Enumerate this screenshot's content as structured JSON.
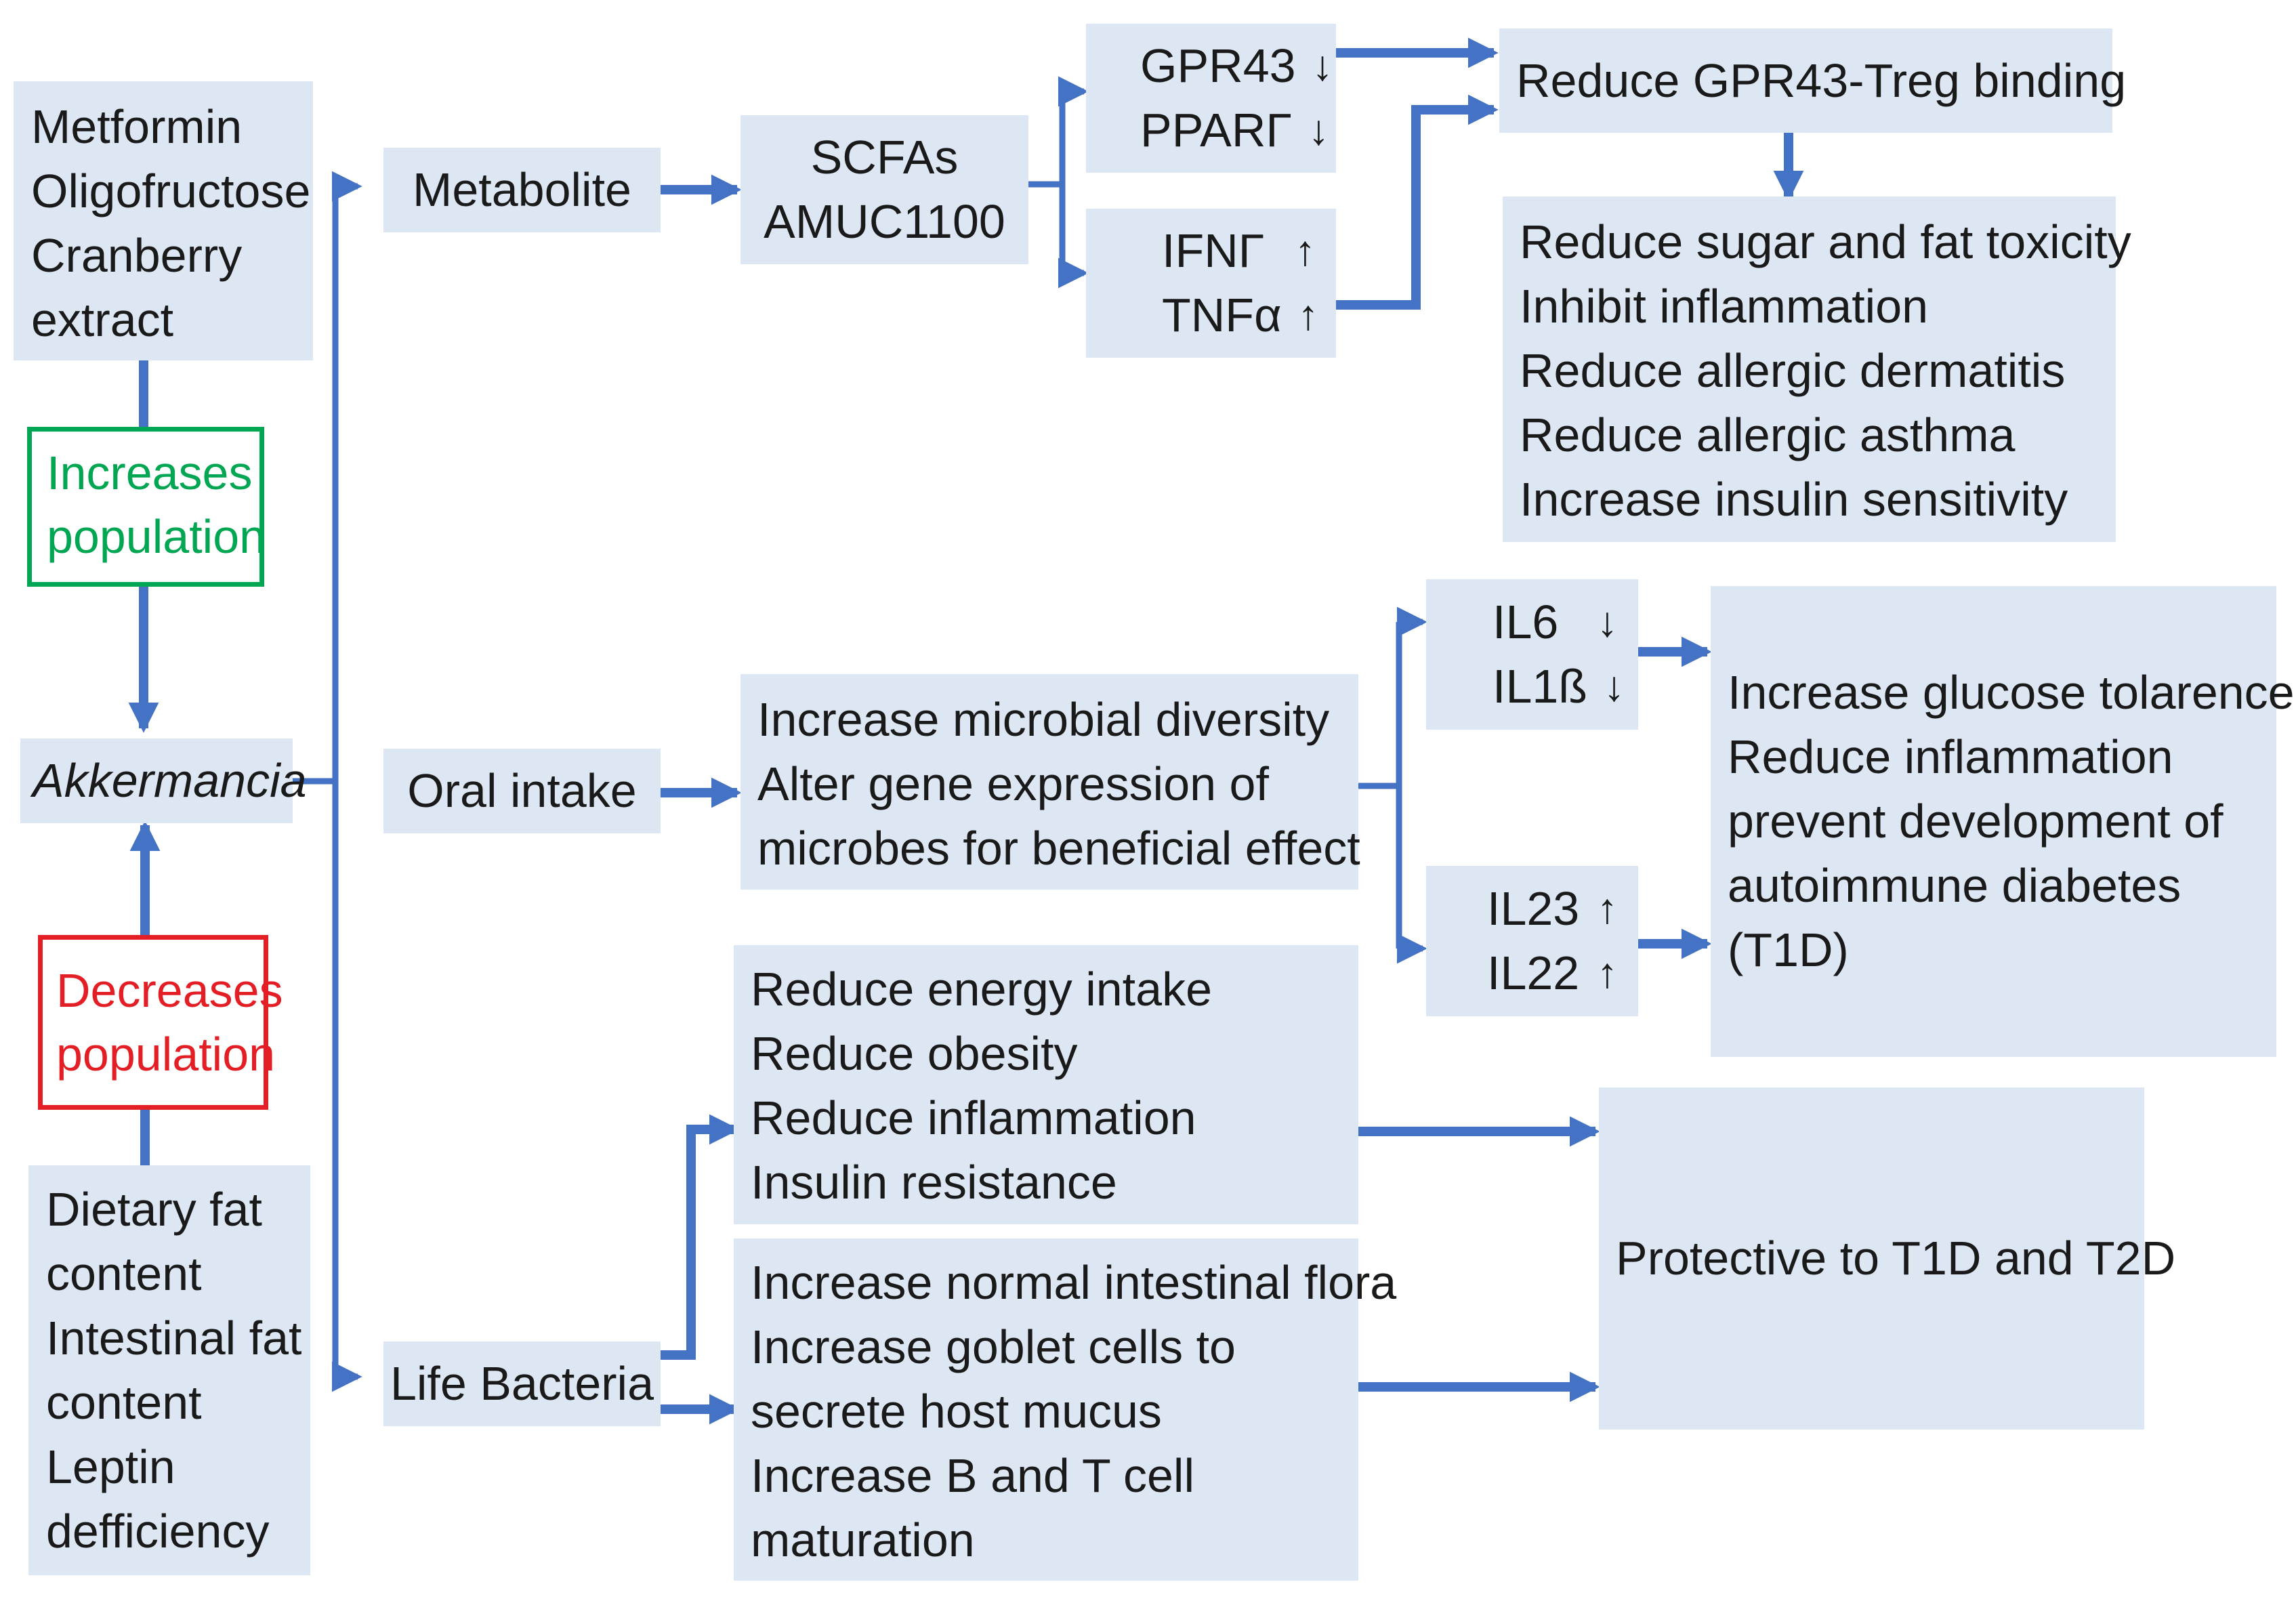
{
  "colors": {
    "box_fill": "#dde7f3",
    "arrow": "#4472c4",
    "increase": "#00a651",
    "decrease": "#e31e24",
    "text": "#1a1a1a"
  },
  "left": {
    "increasers": [
      "Metformin",
      "Oligofructose",
      "Cranberry",
      "extract"
    ],
    "increases_label": [
      "Increases",
      "population"
    ],
    "subject": "Akkermancia",
    "decreases_label": [
      "Decreases",
      "population"
    ],
    "decreasers": [
      "Dietary fat",
      "content",
      "Intestinal fat",
      "content",
      "Leptin",
      "defficiency"
    ]
  },
  "routes": {
    "metabolite": "Metabolite",
    "oral_intake": "Oral intake",
    "life_bacteria": "Life Bacteria"
  },
  "metabolite_branch": {
    "scfas": [
      "SCFAs",
      "AMUC1100"
    ],
    "down": [
      {
        "label": "GPR43",
        "marker": "↓"
      },
      {
        "label": "PPARΓ",
        "marker": "↓"
      }
    ],
    "up": [
      {
        "label": "IFNΓ",
        "marker": "↑"
      },
      {
        "label": "TNFα",
        "marker": "↑"
      }
    ],
    "binding": "Reduce GPR43-Treg binding",
    "effects": [
      "Reduce sugar and fat toxicity",
      "Inhibit inflammation",
      "Reduce allergic dermatitis",
      "Reduce allergic asthma",
      "Increase insulin sensitivity"
    ]
  },
  "oral_branch": {
    "effects": [
      "Increase microbial  diversity",
      "Alter gene expression of",
      "microbes for beneficial effect"
    ],
    "down": [
      {
        "label": "IL6",
        "marker": "↓"
      },
      {
        "label": "IL1ß",
        "marker": "↓"
      }
    ],
    "up": [
      {
        "label": "IL23",
        "marker": "↑"
      },
      {
        "label": "IL22",
        "marker": "↑"
      }
    ],
    "outcomes": [
      "Increase glucose tolarence",
      "Reduce inflammation",
      "prevent development of",
      "autoimmune diabetes",
      "(T1D)"
    ]
  },
  "bacteria_branch": {
    "upper": [
      "Reduce energy intake",
      "Reduce obesity",
      "Reduce inflammation",
      "Insulin resistance"
    ],
    "lower": [
      "Increase normal intestinal flora",
      "Increase goblet cells to",
      "secrete host mucus",
      "Increase B and T cell",
      "maturation"
    ],
    "outcome": "Protective to T1D and T2D"
  }
}
